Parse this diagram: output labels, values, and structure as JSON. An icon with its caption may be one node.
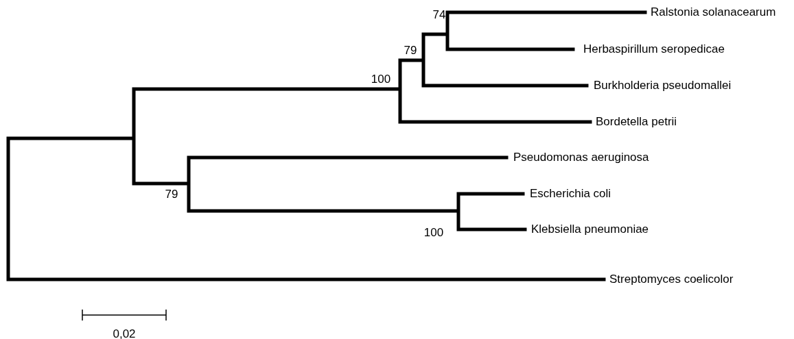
{
  "diagram": {
    "labels": [
      "74",
      "Ralstonia solanacearum",
      "79",
      "Herbaspirillum seropedicae",
      "100",
      "Burkholderia pseudomallei",
      "Bordetella petrii",
      "Pseudomonas aeruginosa",
      "79",
      "Escherichia coli",
      "100",
      "Klebsiella pneumoniae",
      "Streptomyces coelicolor",
      "0,02"
    ]
  }
}
